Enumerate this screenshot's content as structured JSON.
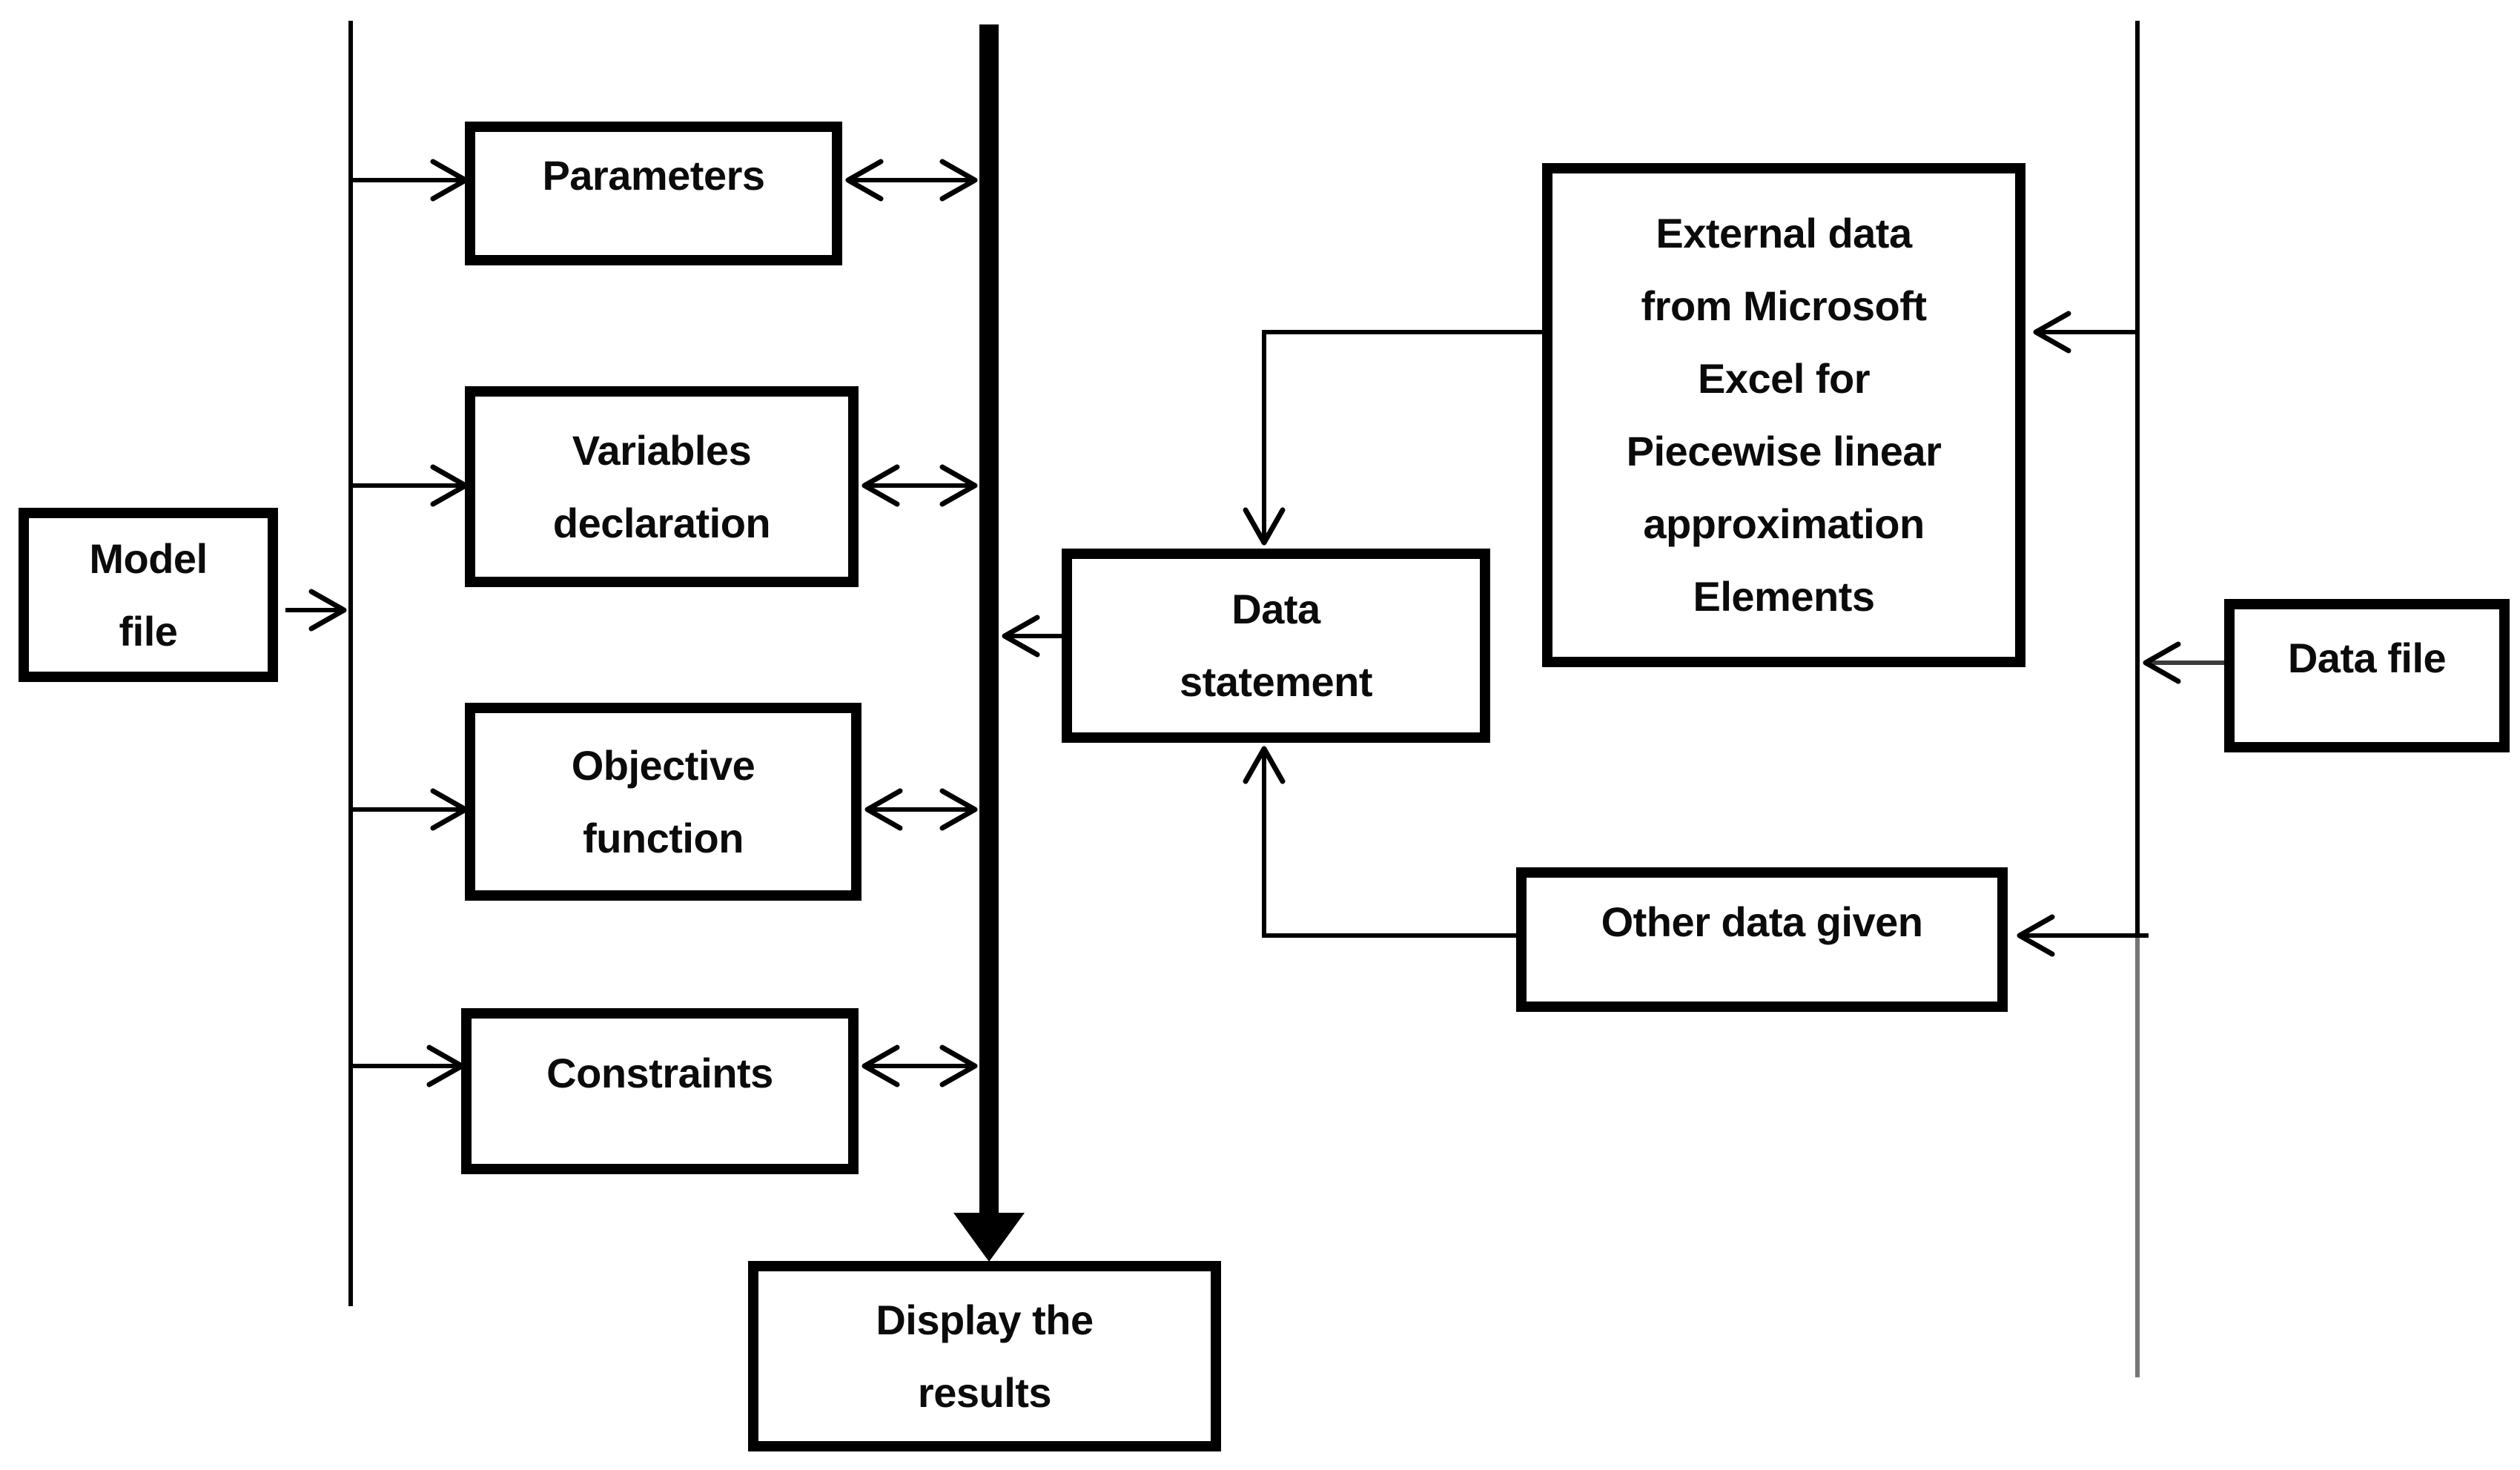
{
  "diagram": {
    "title": "Model and data file structure flowchart",
    "colors": {
      "background": "#ffffff",
      "line": "#000000",
      "gray_line": "#767676",
      "text": "#0b0b0b",
      "box_border": "#000000",
      "box_fill": "#ffffff"
    },
    "nodes": {
      "model_file": {
        "label": "Model\nfile"
      },
      "parameters": {
        "label": "Parameters"
      },
      "variables_declaration": {
        "label": "Variables\ndeclaration"
      },
      "objective_function": {
        "label": "Objective\nfunction"
      },
      "constraints": {
        "label": "Constraints"
      },
      "display_results": {
        "label": "Display the\nresults"
      },
      "data_statement": {
        "label": "Data\nstatement"
      },
      "external_data": {
        "label": "External data\nfrom Microsoft\nExcel for\nPiecewise linear\napproximation\nElements"
      },
      "other_data": {
        "label": "Other data given"
      },
      "data_file": {
        "label": "Data file"
      }
    }
  }
}
